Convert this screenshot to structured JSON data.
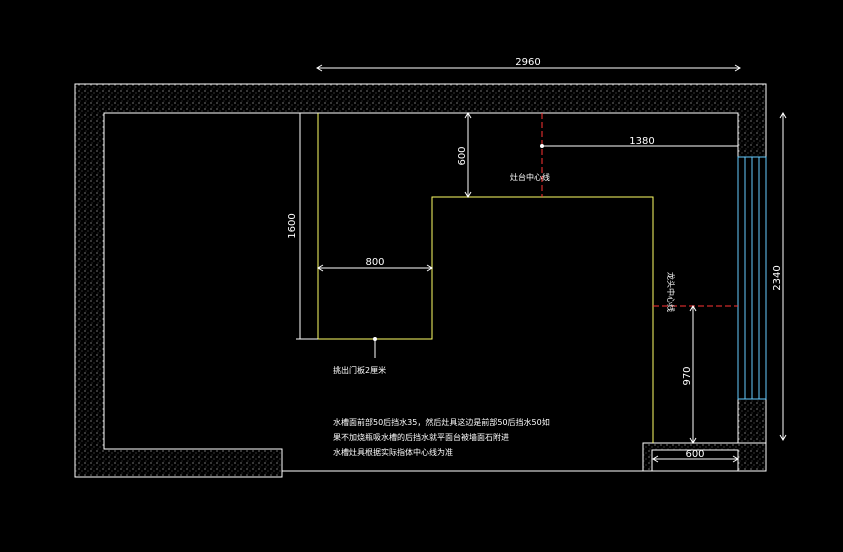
{
  "dimensions": {
    "top_width": "2960",
    "right_height": "2340",
    "counter_depth": "600",
    "sink_offset": "1380",
    "left_length": "1600",
    "peninsula_width": "800",
    "lower_run": "970",
    "bottom_width": "600"
  },
  "labels": {
    "sink_centerline": "龙头中心线",
    "cooktop_centerline": "灶台中心线",
    "overhang_note": "挑出门板2厘米"
  },
  "notes": [
    "水槽面前部50后挡水35，然后灶具这边是前部50后挡水50如",
    "果不加烧瓶吸水槽的后挡水就平面台被墙面石附进",
    "水槽灶具根据实际指体中心线为准"
  ],
  "colors": {
    "background": "#000000",
    "wall": "#ffffff",
    "counter": "#ffff66",
    "centerline": "#ff0000",
    "window": "#66ccff"
  }
}
